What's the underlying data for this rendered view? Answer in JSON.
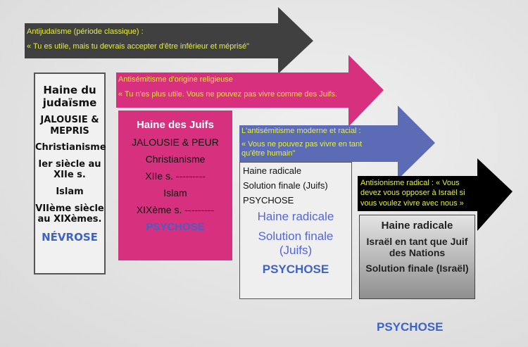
{
  "colors": {
    "arrow1": "#404040",
    "arrow2": "#d6307f",
    "arrow3": "#5b6bb5",
    "arrow4": "#000000",
    "arrow_text": "#e6f03c",
    "accent_blue": "#3e63c8"
  },
  "arrows": [
    {
      "title": "Antijudaïsme (période classique) :",
      "quote": "« Tu es utile, mais tu devrais accepter d'être inférieur et méprisé\""
    },
    {
      "title": "Antisémitisme d'origine religieuse",
      "quote": "« Tu n'es plus utile. Vous ne pouvez pas vivre comme des Juifs."
    },
    {
      "title": "L'antisémitisme moderne et racial :",
      "quote": "« Vous ne pouvez pas vivre en tant qu'être humain\""
    },
    {
      "title": "Antisionisme radical : « Vous devez vous opposer à Israël si vous voulez vivre avec nous »"
    }
  ],
  "boxes": [
    {
      "lines": [
        "Haine du judaïsme",
        "JALOUSIE & MEPRIS",
        "Christianisme",
        "Ier siècle au XIIe s.",
        "Islam",
        "VIIème siècle au XIXèmes.",
        "NÉVROSE"
      ]
    },
    {
      "lines": [
        "Haine des Juifs",
        "JALOUSIE & PEUR",
        "Christianisme",
        "XIIe s. ---------",
        "Islam",
        "XIXème s. ---------",
        "PSYCHOSE"
      ]
    },
    {
      "lines": [
        "Haine radicale",
        "Solution finale (Juifs)",
        "PSYCHOSE",
        "Haine radicale",
        "Solution finale (Juifs)",
        "PSYCHOSE"
      ]
    },
    {
      "lines": [
        "Haine radicale",
        "Israël en tant que Juif des Nations",
        "Solution finale (Israël)"
      ]
    }
  ],
  "footer": "PSYCHOSE"
}
